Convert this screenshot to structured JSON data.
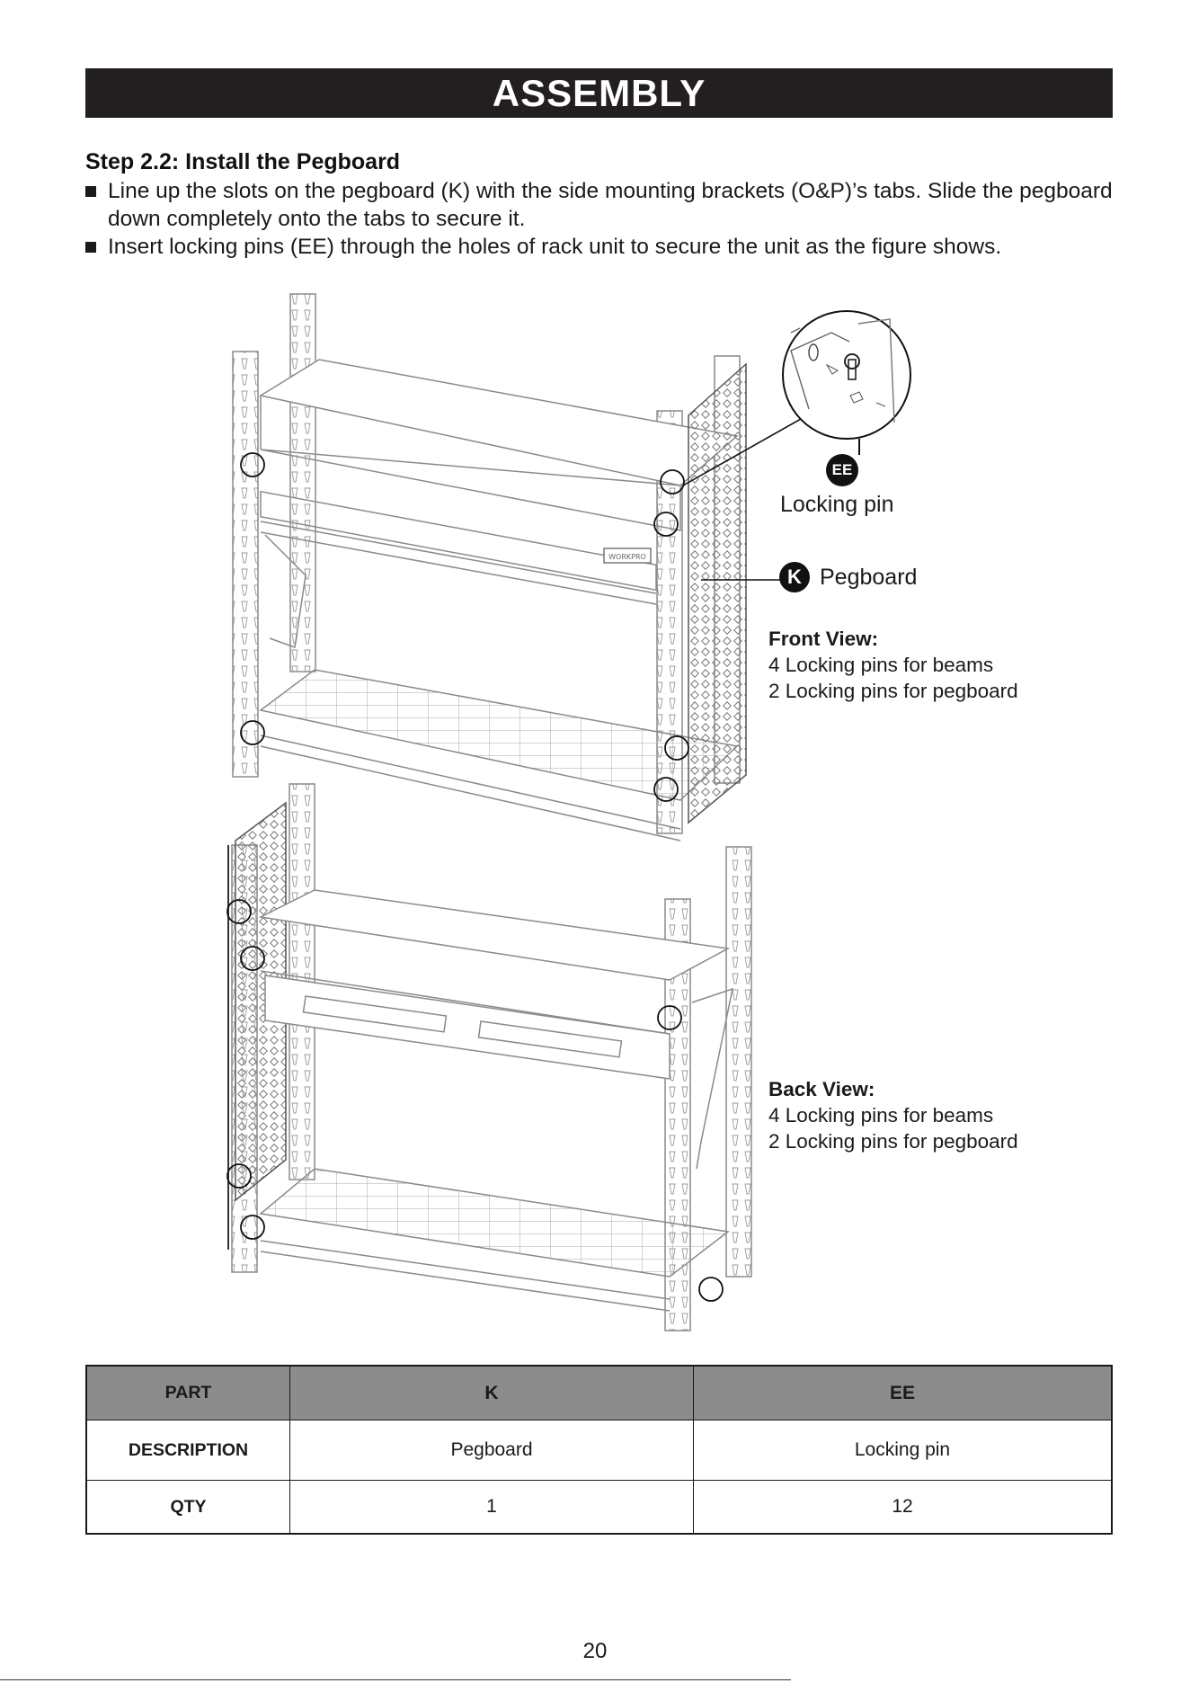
{
  "header": {
    "title": "ASSEMBLY"
  },
  "step": {
    "title": "Step 2.2: Install the Pegboard",
    "bullets": [
      "Line up the slots on the pegboard (K) with the side mounting brackets (O&P)’s tabs. Slide the pegboard down completely onto the tabs to secure it.",
      "Insert locking pins (EE) through the holes of rack unit to secure the unit  as the figure shows."
    ]
  },
  "figure": {
    "callouts": {
      "locking_pin": {
        "badge": "EE",
        "label": "Locking pin"
      },
      "pegboard": {
        "badge": "K",
        "label": "Pegboard"
      },
      "brand_plate": "WORKPRO"
    },
    "front_view": {
      "title": "Front View:",
      "lines": [
        "4 Locking pins for beams",
        "2 Locking pins for pegboard"
      ]
    },
    "back_view": {
      "title": "Back View:",
      "lines": [
        "4 Locking pins for beams",
        "2 Locking pins for pegboard"
      ]
    }
  },
  "parts_table": {
    "headers": {
      "part": "PART",
      "k": "K",
      "ee": "EE"
    },
    "description": {
      "label": "DESCRIPTION",
      "k": "Pegboard",
      "ee": "Locking pin"
    },
    "qty": {
      "label": "QTY",
      "k": "1",
      "ee": "12"
    }
  },
  "footer": {
    "page_number": "20"
  }
}
